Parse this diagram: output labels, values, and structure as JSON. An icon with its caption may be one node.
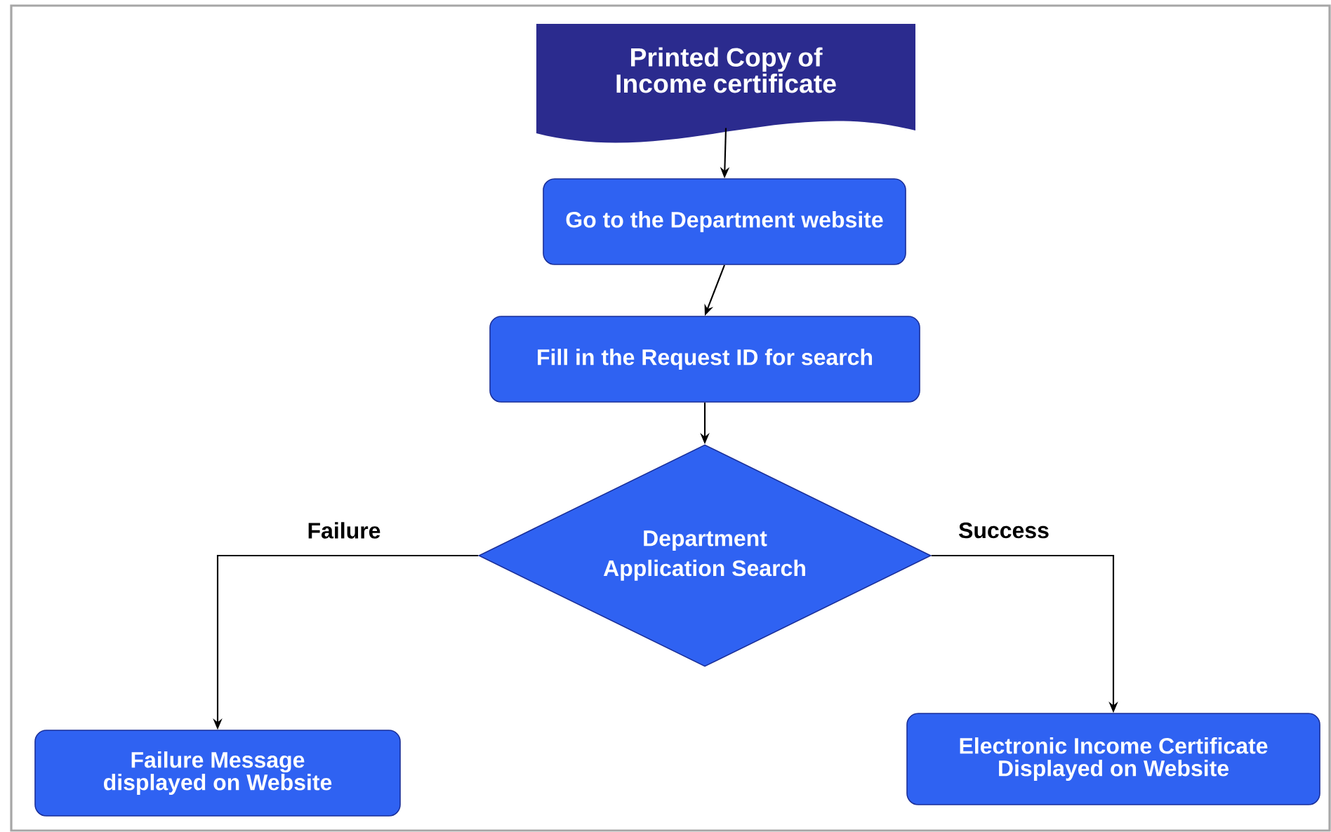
{
  "diagram": {
    "nodes": [
      {
        "text": [
          "Printed Copy of Income certificate"
        ]
      },
      {
        "text": [
          "Go to the Department website"
        ]
      },
      {
        "text": [
          "Fill in the Request ID  for search"
        ]
      },
      {
        "text": [
          "Department Application Search"
        ]
      },
      {
        "text": [
          "Failure Message displayed on Website"
        ]
      },
      {
        "text": [
          "Electronic Income Certificate Displayed on Website"
        ]
      }
    ],
    "edges": [
      {
        "from": 0,
        "to": 1,
        "arrow": "to"
      },
      {
        "from": 1,
        "to": 2,
        "arrow": "to"
      },
      {
        "from": 2,
        "to": 3,
        "arrow": "to"
      },
      {
        "from": 3,
        "to": 4,
        "arrow": "to",
        "label": "Failure"
      },
      {
        "from": 3,
        "to": 5,
        "arrow": "to",
        "label": "Success"
      }
    ]
  }
}
